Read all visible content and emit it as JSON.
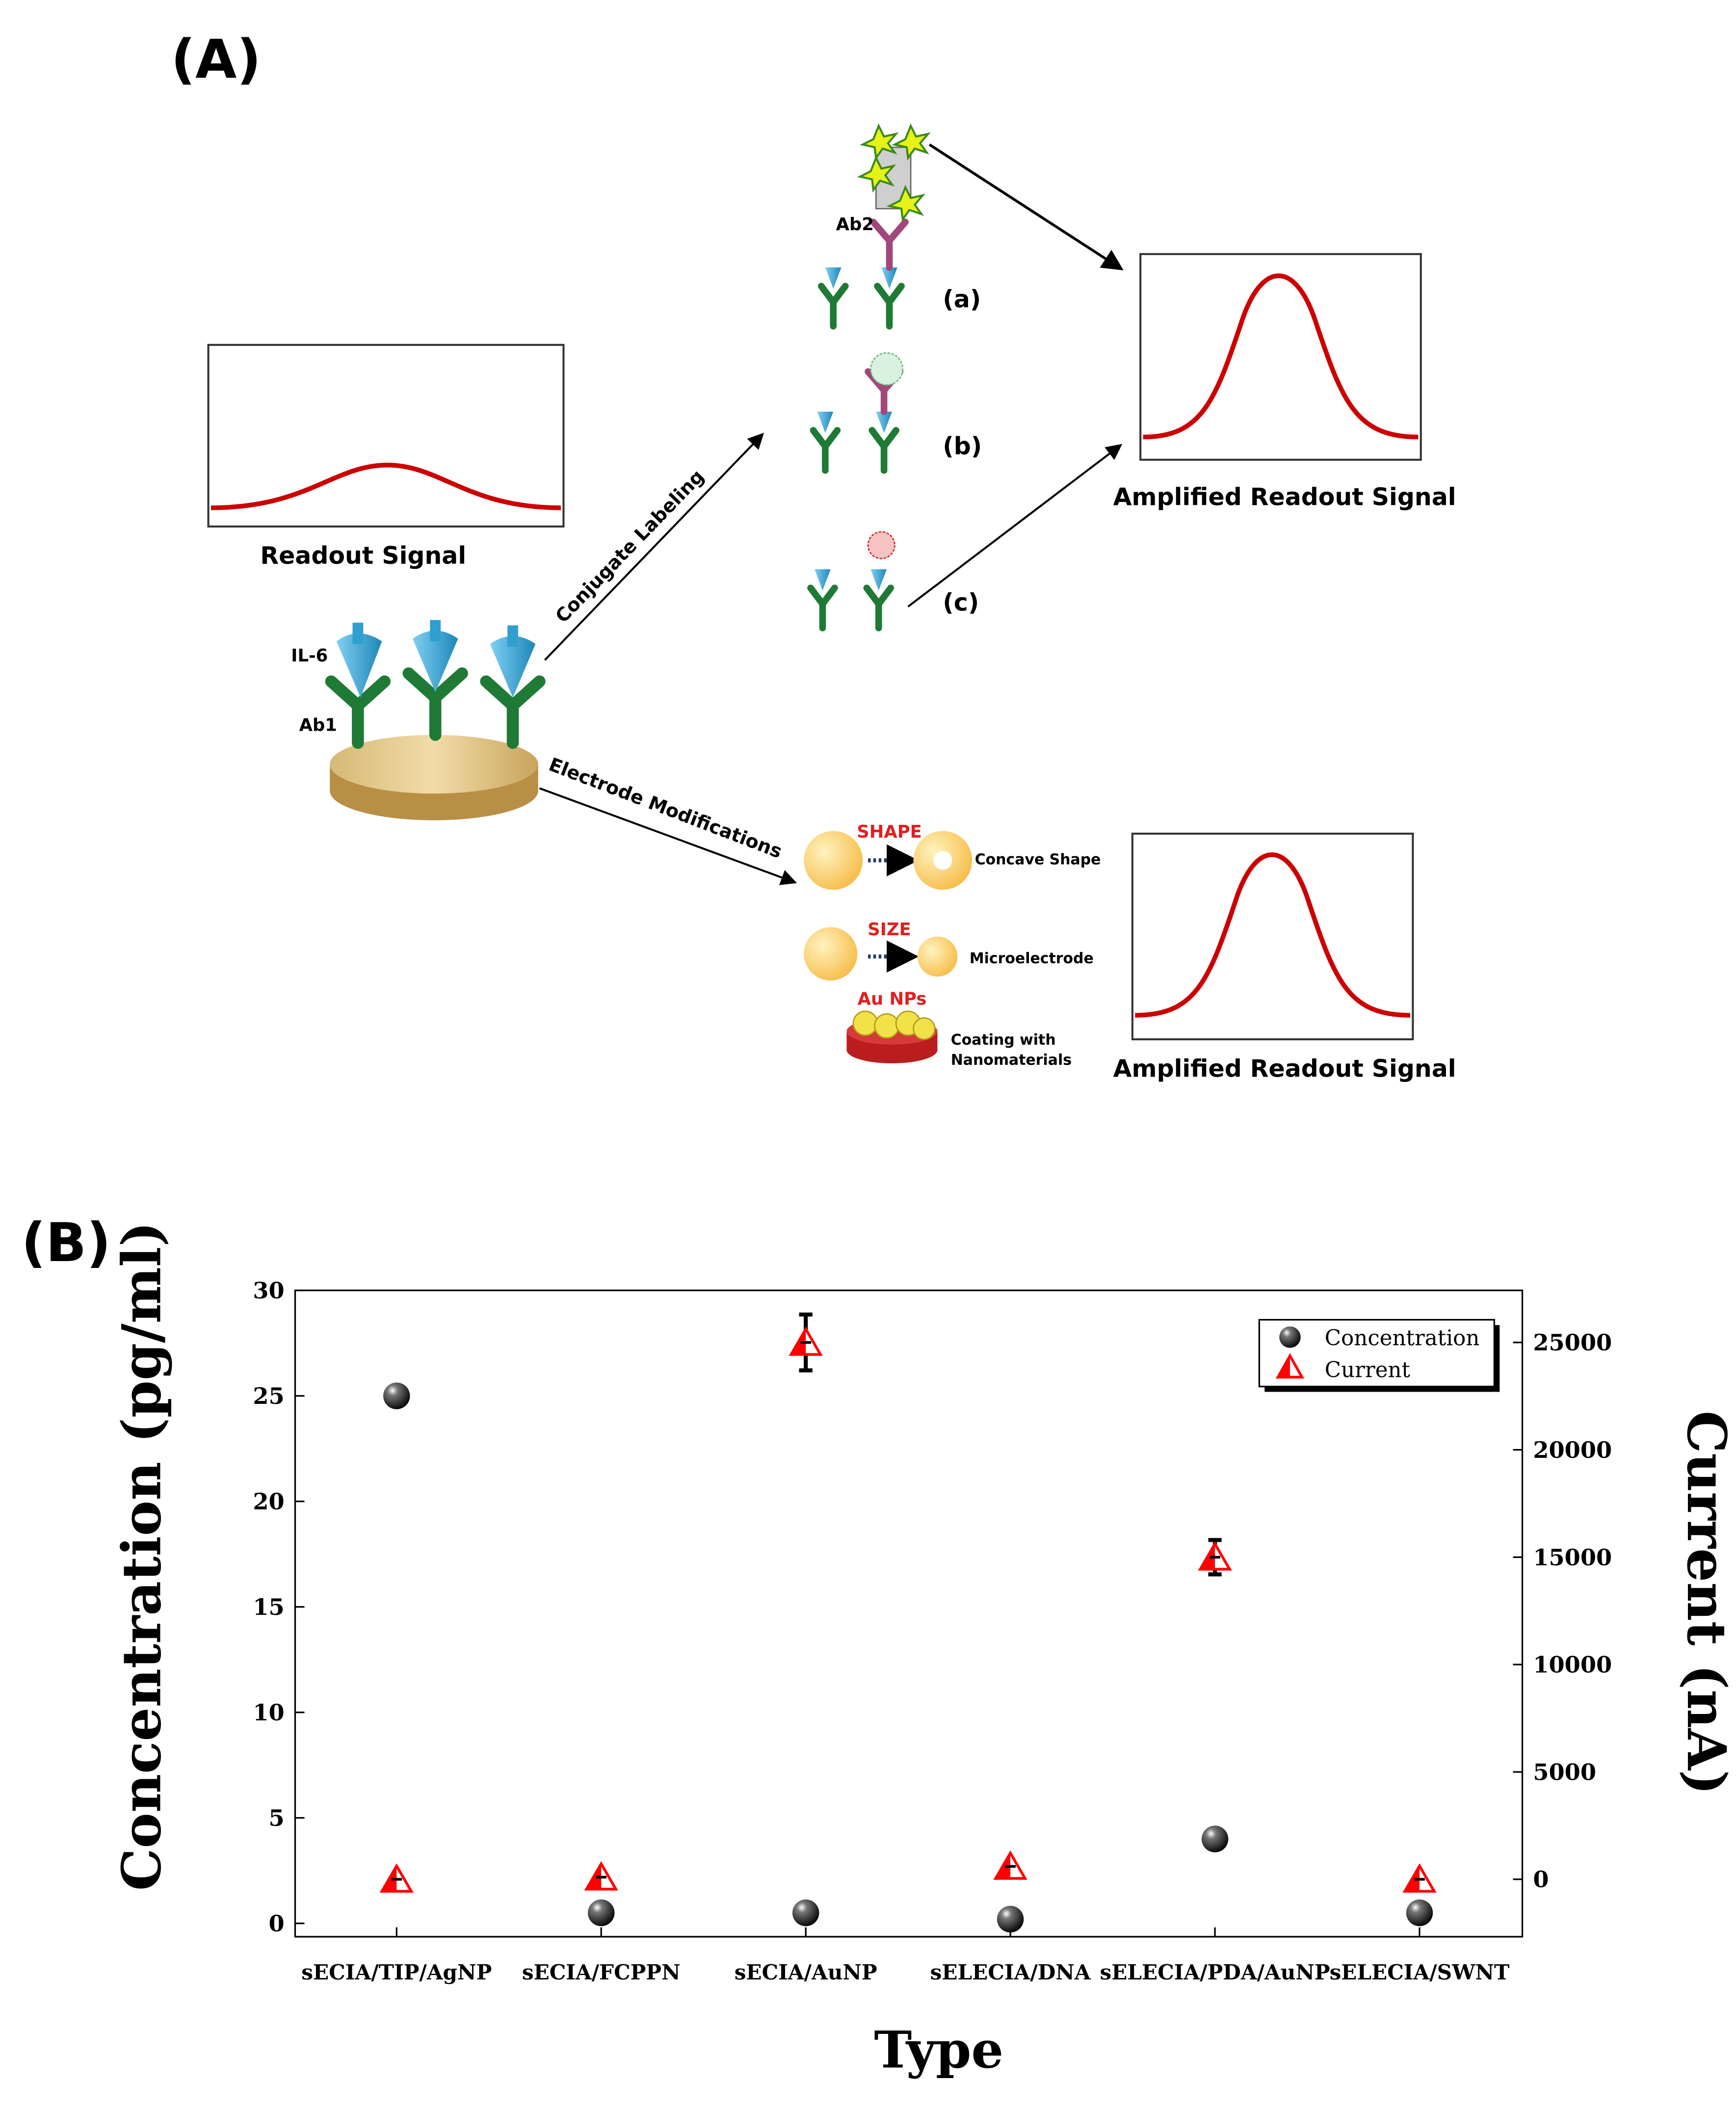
{
  "panel_a": {
    "label": "(A)",
    "readout_signal": "Readout Signal",
    "amplified_top": "Amplified Readout Signal",
    "amplified_bottom": "Amplified Readout Signal",
    "il6": "IL-6",
    "ab1": "Ab1",
    "ab2": "Ab2",
    "conjugate_labeling": "Conjugate Labeling",
    "electrode_modifications": "Electrode Modifications",
    "label_a": "(a)",
    "label_b": "(b)",
    "label_c": "(c)",
    "shape": "SHAPE",
    "size": "SIZE",
    "concave": "Concave Shape",
    "microelectrode": "Microelectrode",
    "au_nps": "Au NPs",
    "coating_1": "Coating with",
    "coating_2": "Nanomaterials",
    "colors": {
      "curve": "#cc0000",
      "antibody_ab1": "#1e7a35",
      "antibody_ab2": "#a2477a",
      "antigen": "#2f9fcf",
      "electrode": "#d9b872",
      "red_label": "#e02020"
    }
  },
  "panel_b_label": "(B)",
  "chart_data": {
    "type": "scatter",
    "categories": [
      "sECIA/TIP/AgNP",
      "sECIA/FCPPN",
      "sECIA/AuNP",
      "sELECIA/DNA",
      "sELECIA/PDA/AuNP",
      "sELECIA/SWNT"
    ],
    "xlabel": "Type",
    "ylabel": "Concentration (pg/ml)",
    "y2label": "Current (nA)",
    "ylim": [
      0,
      30
    ],
    "y2lim": [
      -2000,
      27500
    ],
    "yticks": [
      "0",
      "5",
      "10",
      "15",
      "20",
      "25",
      "30"
    ],
    "y2ticks": [
      "0",
      "5000",
      "10000",
      "15000",
      "20000",
      "25000"
    ],
    "legend_position": "top-right",
    "series": [
      {
        "name": "Concentration",
        "axis": "left",
        "marker": "sphere",
        "color": "#000000",
        "values": [
          25,
          0.5,
          0.5,
          0.2,
          4,
          0.5
        ]
      },
      {
        "name": "Current",
        "axis": "right",
        "marker": "triangle",
        "color": "#ff0000",
        "values": [
          0,
          100,
          25000,
          600,
          15000,
          0
        ],
        "errors": [
          0,
          0,
          1300,
          0,
          800,
          0
        ]
      }
    ]
  }
}
